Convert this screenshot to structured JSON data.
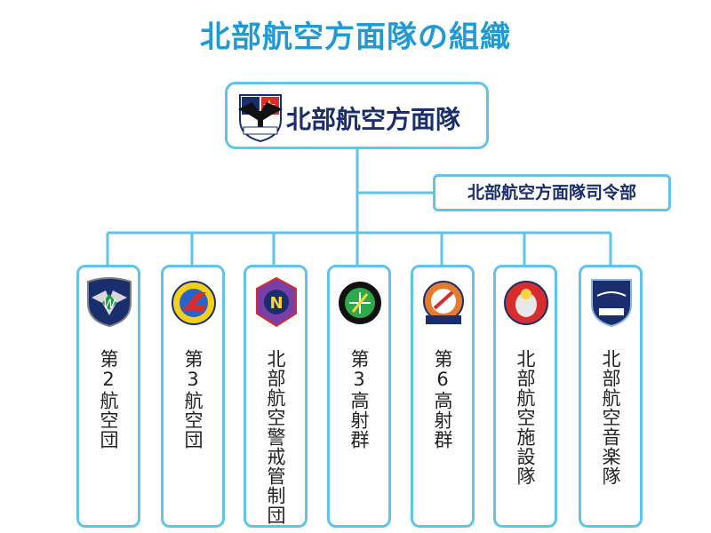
{
  "title": "北部航空方面隊の組織",
  "hq": {
    "label": "北部航空方面隊",
    "emblem": "northern-air-defense-force-emblem"
  },
  "command": {
    "label": "北部航空方面隊司令部"
  },
  "units": [
    {
      "label": "第2航空団",
      "emblem": "2nd-air-wing-emblem"
    },
    {
      "label": "第3航空団",
      "emblem": "3rd-air-wing-emblem"
    },
    {
      "label": "北部航空警戒管制団",
      "emblem": "nacw-emblem"
    },
    {
      "label": "第3高射群",
      "emblem": "3rd-air-defense-missile-group-emblem"
    },
    {
      "label": "第6高射群",
      "emblem": "6th-admg-emblem"
    },
    {
      "label": "北部航空施設隊",
      "emblem": "civil-engineering-emblem"
    },
    {
      "label": "北部航空音楽隊",
      "emblem": "nadf-band-emblem"
    }
  ],
  "colors": {
    "title": "#1f9ad6",
    "line": "#5fc3ea",
    "text": "#1a2e6e"
  }
}
